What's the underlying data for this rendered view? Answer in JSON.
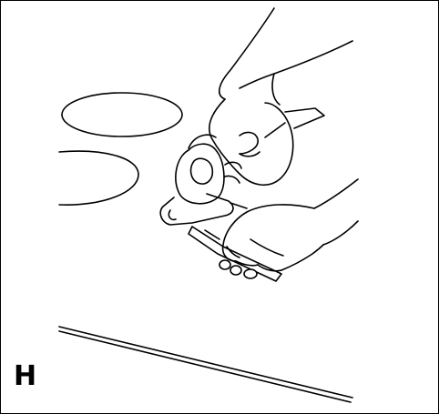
{
  "figure": {
    "panel_label": "H",
    "colors": {
      "stroke": "#000000",
      "fill": "#ffffff"
    },
    "content": [
      "two-hands",
      "handheld-cutting-tool",
      "cooktop-burner-rings",
      "countertop-edge"
    ]
  }
}
